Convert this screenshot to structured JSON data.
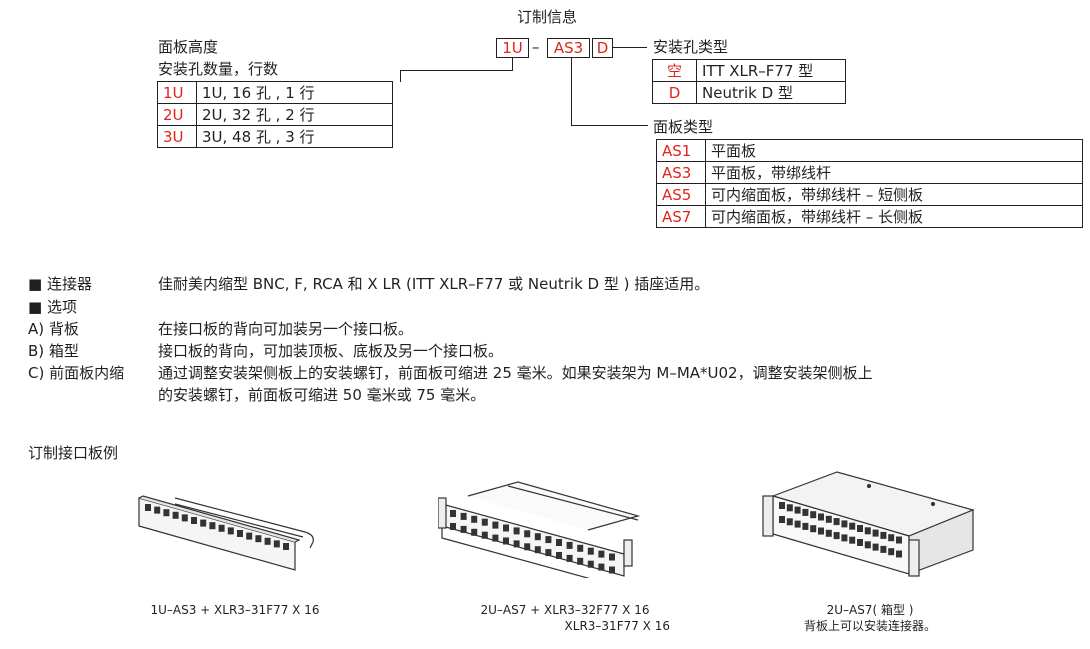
{
  "order_info": {
    "title": "订制信息",
    "code_parts": [
      "1U",
      "–",
      "AS3",
      "D"
    ]
  },
  "size_table": {
    "heading_line1": "面板高度",
    "heading_line2": "安装孔数量，行数",
    "rows": [
      {
        "code": "1U",
        "desc": "1U, 16 孔 , 1 行"
      },
      {
        "code": "2U",
        "desc": "2U, 32 孔 , 2 行"
      },
      {
        "code": "3U",
        "desc": "3U, 48 孔 , 3 行"
      }
    ]
  },
  "hole_table": {
    "heading": "安装孔类型",
    "rows": [
      {
        "code": "空",
        "desc": "ITT XLR–F77 型"
      },
      {
        "code": "D",
        "desc": "Neutrik D 型"
      }
    ]
  },
  "panel_table": {
    "heading": "面板类型",
    "rows": [
      {
        "code": "AS1",
        "desc": "平面板"
      },
      {
        "code": "AS3",
        "desc": "平面板，带绑线杆"
      },
      {
        "code": "AS5",
        "desc": "可内缩面板，带绑线杆 – 短侧板"
      },
      {
        "code": "AS7",
        "desc": "可内缩面板，带绑线杆 – 长侧板"
      }
    ]
  },
  "features": {
    "connector_label": "■ 连接器",
    "connector_text": "佳耐美内缩型 BNC, F, RCA 和 X LR (ITT XLR–F77 或 Neutrik D 型 ) 插座适用。",
    "options_label": "■ 选项",
    "items": [
      {
        "label": "A) 背板",
        "lines": [
          "在接口板的背向可加装另一个接口板。"
        ]
      },
      {
        "label": "B) 箱型",
        "lines": [
          "接口板的背向，可加装顶板、底板及另一个接口板。"
        ]
      },
      {
        "label": "C) 前面板内缩",
        "lines": [
          "通过调整安装架侧板上的安装螺钉，前面板可缩进 25 毫米。如果安装架为 M–MA*U02，调整安装架侧板上",
          "的安装螺钉，前面板可缩进 50 毫米或 75 毫米。"
        ]
      }
    ]
  },
  "examples": {
    "title": "订制接口板例",
    "captions": [
      [
        "1U–AS3 + XLR3–31F77 X 16"
      ],
      [
        "2U–AS7 + XLR3–32F77 X 16",
        "XLR3–31F77 X 16"
      ],
      [
        "2U–AS7( 箱型 )",
        "背板上可以安装连接器。"
      ]
    ]
  },
  "colors": {
    "accent": "#e2231a",
    "text": "#231f20"
  }
}
